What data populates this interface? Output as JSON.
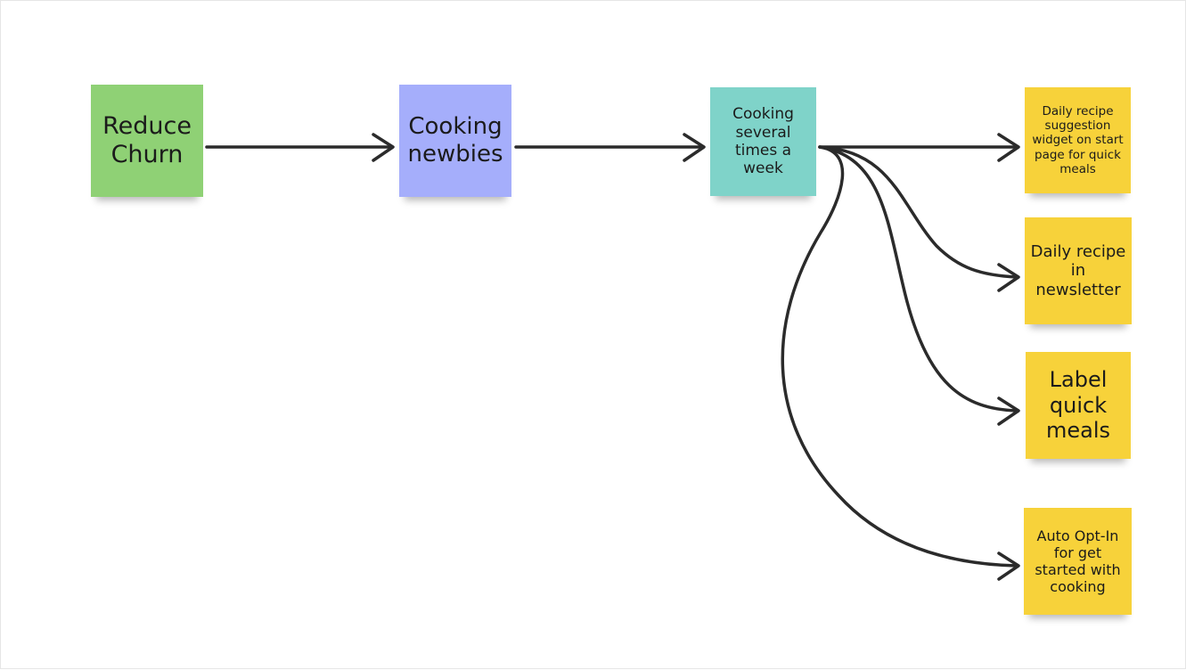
{
  "board": {
    "notes": [
      {
        "id": "reduce-churn",
        "text": "Reduce Churn",
        "color": "#8fd175"
      },
      {
        "id": "cooking-newbies",
        "text": "Cooking newbies",
        "color": "#a5aefb"
      },
      {
        "id": "cooking-several",
        "text": "Cooking several times a week",
        "color": "#7fd3c9"
      },
      {
        "id": "daily-widget",
        "text": "Daily recipe suggestion widget on start page for quick meals",
        "color": "#f7d23a"
      },
      {
        "id": "daily-newsletter",
        "text": "Daily recipe in newsletter",
        "color": "#f7d23a"
      },
      {
        "id": "label-quick",
        "text": "Label quick meals",
        "color": "#f7d23a"
      },
      {
        "id": "auto-opt-in",
        "text": "Auto Opt-In for get started with cooking",
        "color": "#f7d23a"
      }
    ],
    "connections": [
      {
        "from": "reduce-churn",
        "to": "cooking-newbies"
      },
      {
        "from": "cooking-newbies",
        "to": "cooking-several"
      },
      {
        "from": "cooking-several",
        "to": "daily-widget"
      },
      {
        "from": "cooking-several",
        "to": "daily-newsletter"
      },
      {
        "from": "cooking-several",
        "to": "label-quick"
      },
      {
        "from": "cooking-several",
        "to": "auto-opt-in"
      }
    ],
    "connector_color": "#2b2b2b"
  }
}
